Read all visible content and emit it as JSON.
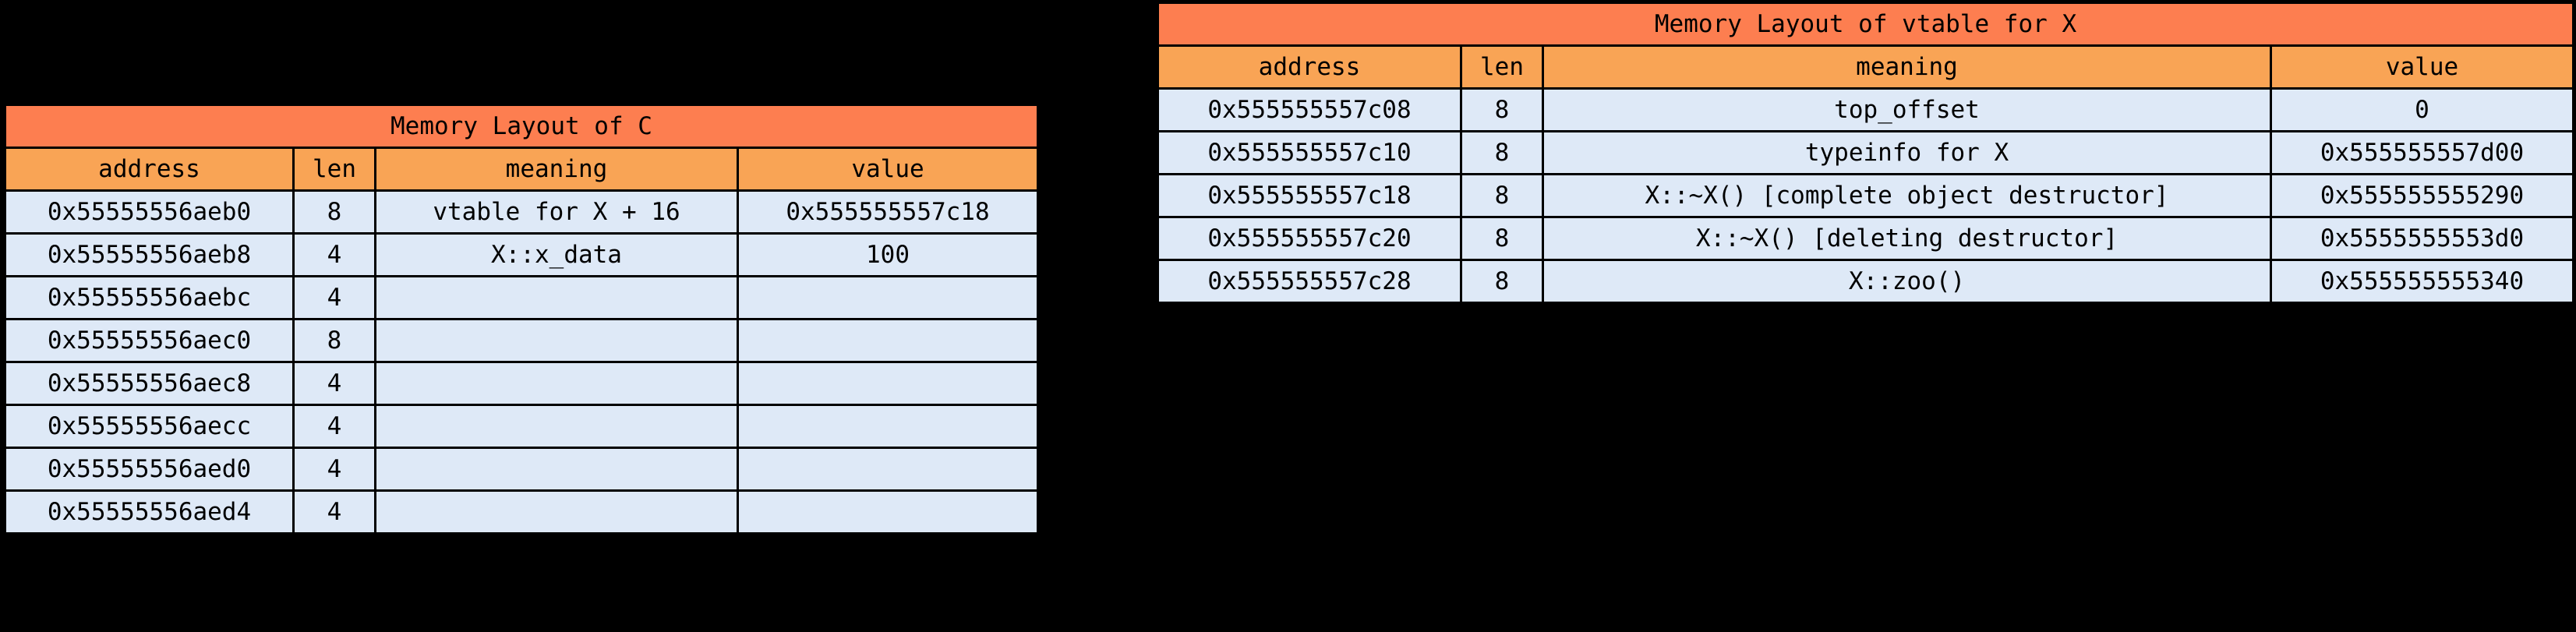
{
  "colors": {
    "background": "#000000",
    "title_bar": "#fd7e50",
    "header_row": "#f9a455",
    "data_row": "#dee9f7",
    "border": "#000000",
    "text": "#000000"
  },
  "tables": [
    {
      "id": "memory-layout-of-c",
      "title": "Memory Layout of C",
      "columns": [
        "address",
        "len",
        "meaning",
        "value"
      ],
      "rows": [
        {
          "address": "0x55555556aeb0",
          "len": "8",
          "meaning": "vtable for X + 16",
          "value": "0x555555557c18"
        },
        {
          "address": "0x55555556aeb8",
          "len": "4",
          "meaning": "X::x_data",
          "value": "100"
        },
        {
          "address": "0x55555556aebc",
          "len": "4",
          "meaning": "",
          "value": ""
        },
        {
          "address": "0x55555556aec0",
          "len": "8",
          "meaning": "",
          "value": ""
        },
        {
          "address": "0x55555556aec8",
          "len": "4",
          "meaning": "",
          "value": ""
        },
        {
          "address": "0x55555556aecc",
          "len": "4",
          "meaning": "",
          "value": ""
        },
        {
          "address": "0x55555556aed0",
          "len": "4",
          "meaning": "",
          "value": ""
        },
        {
          "address": "0x55555556aed4",
          "len": "4",
          "meaning": "",
          "value": ""
        }
      ]
    },
    {
      "id": "memory-layout-of-vtable-for-x",
      "title": "Memory Layout of vtable for X",
      "columns": [
        "address",
        "len",
        "meaning",
        "value"
      ],
      "rows": [
        {
          "address": "0x555555557c08",
          "len": "8",
          "meaning": "top_offset",
          "value": "0"
        },
        {
          "address": "0x555555557c10",
          "len": "8",
          "meaning": "typeinfo for X",
          "value": "0x555555557d00"
        },
        {
          "address": "0x555555557c18",
          "len": "8",
          "meaning": "X::~X() [complete object destructor]",
          "value": "0x555555555290"
        },
        {
          "address": "0x555555557c20",
          "len": "8",
          "meaning": "X::~X() [deleting destructor]",
          "value": "0x5555555553d0"
        },
        {
          "address": "0x555555557c28",
          "len": "8",
          "meaning": "X::zoo()",
          "value": "0x555555555340"
        }
      ]
    }
  ]
}
